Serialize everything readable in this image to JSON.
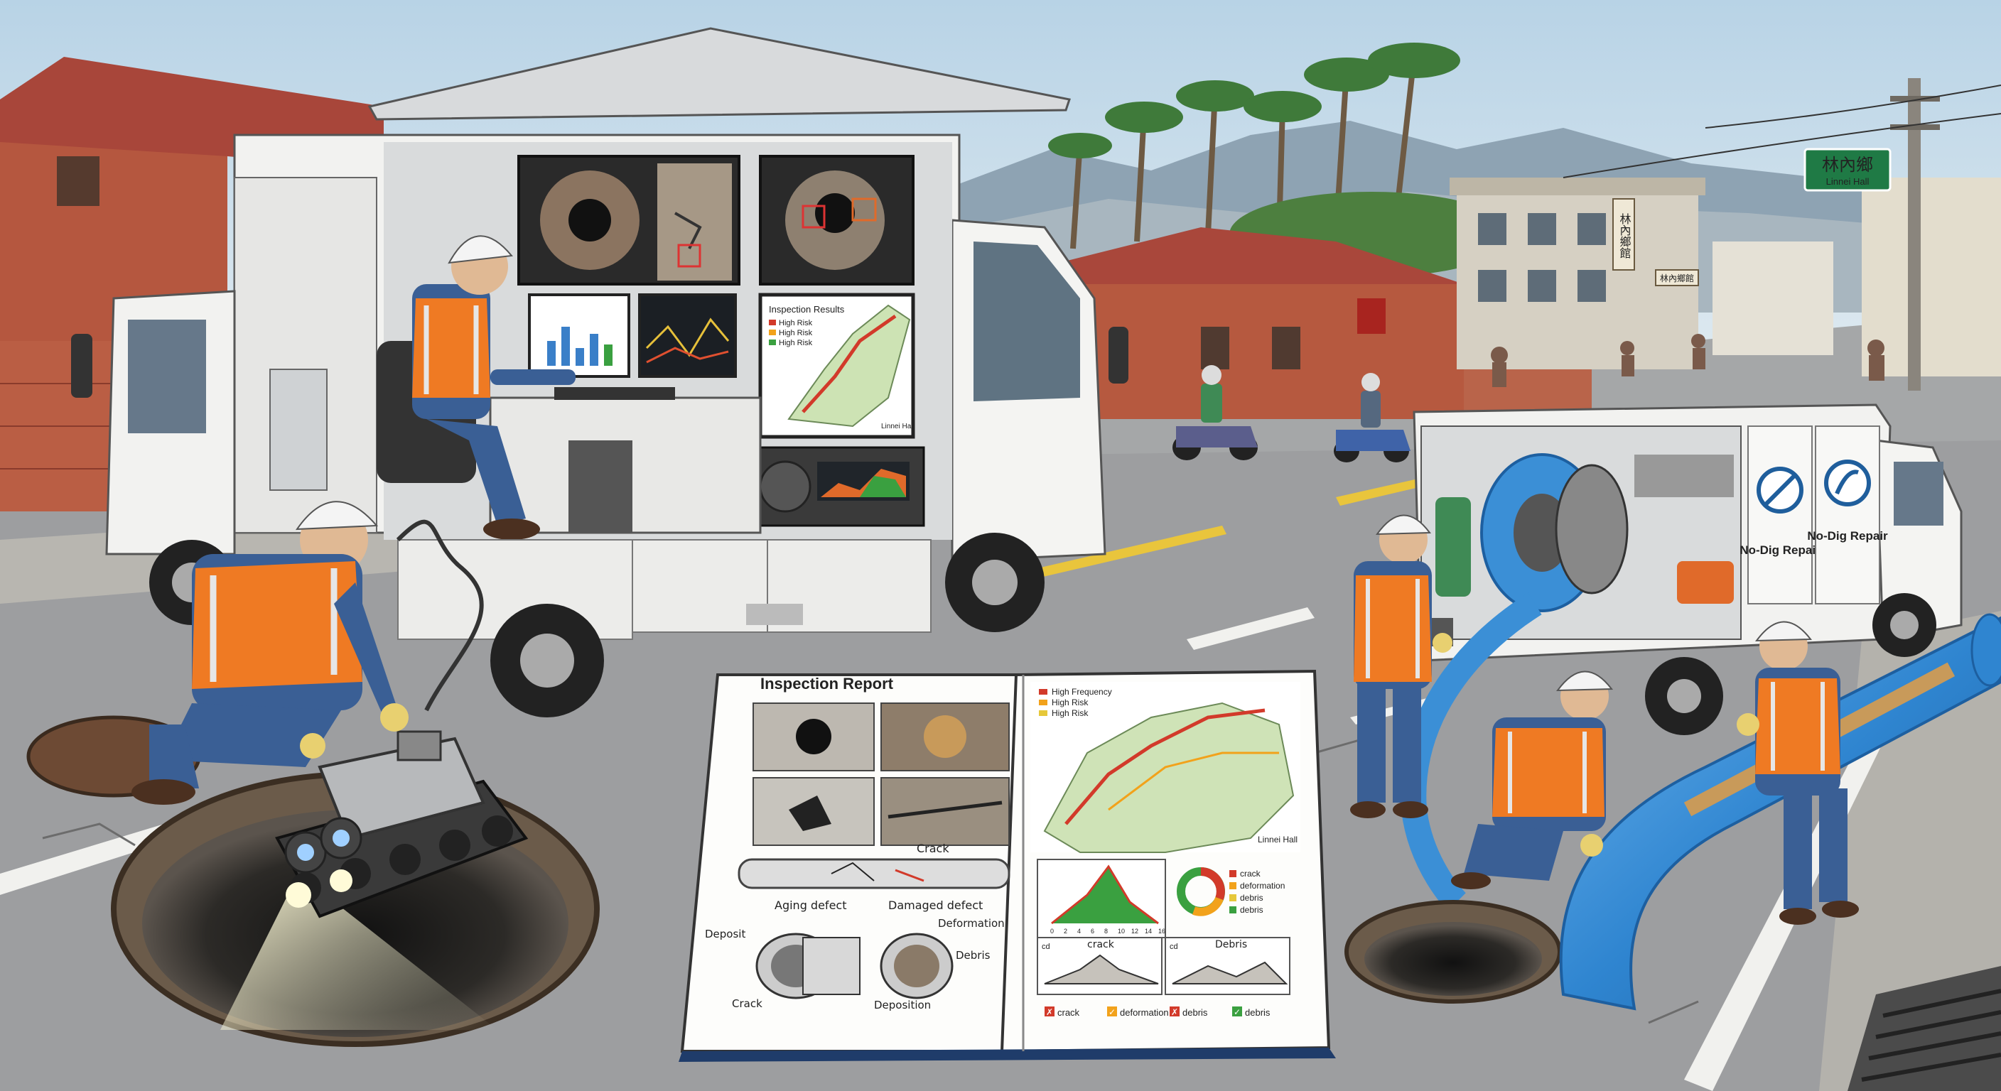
{
  "street_sign": {
    "title": "林內鄉",
    "subtitle": "Linnei Hall"
  },
  "building_sign": {
    "vertical": "林內鄉館",
    "horizontal": "林內鄉館"
  },
  "truck_monitor": {
    "title": "Inspection Results",
    "legend": [
      "High Risk",
      "High Risk",
      "High Risk"
    ],
    "footer": "Linnei Hall"
  },
  "repair_truck": {
    "label_left": "No-Dig Repair",
    "label_right": "No-Dig Repair"
  },
  "report": {
    "title": "Inspection Report",
    "map_legend": [
      "High Frequency",
      "High Risk",
      "High Risk"
    ],
    "map_label": "Linnei Hall",
    "pipe_labels": {
      "crack": "Crack",
      "aging": "Aging defect",
      "damaged": "Damaged defect",
      "deposit_a": "Deposit",
      "deformation": "Deformation",
      "debris": "Debris",
      "crack_b": "Crack",
      "deposition": "Deposition"
    },
    "chart_legend": [
      "crack",
      "deformation",
      "debris",
      "debris"
    ],
    "chart_x_ticks": [
      "0",
      "2",
      "4",
      "6",
      "8",
      "10",
      "12",
      "14",
      "16"
    ],
    "bottom_left_title": "crack",
    "bottom_left_corner": "cd",
    "bottom_right_title": "Debris",
    "bottom_right_corner": "cd",
    "checklist": [
      {
        "mark": "✗",
        "label": "crack",
        "color": "#d23a2a"
      },
      {
        "mark": "✓",
        "label": "deformation",
        "color": "#f2a21b"
      },
      {
        "mark": "✗",
        "label": "debris",
        "color": "#d23a2a"
      },
      {
        "mark": "✓",
        "label": "debris",
        "color": "#3aa040"
      }
    ]
  },
  "colors": {
    "sky": "#c9dbe8",
    "road": "#9a9c9e",
    "vest": "#ef7a23",
    "pipe": "#3b8fd6",
    "truck": "#f2f2f0"
  }
}
